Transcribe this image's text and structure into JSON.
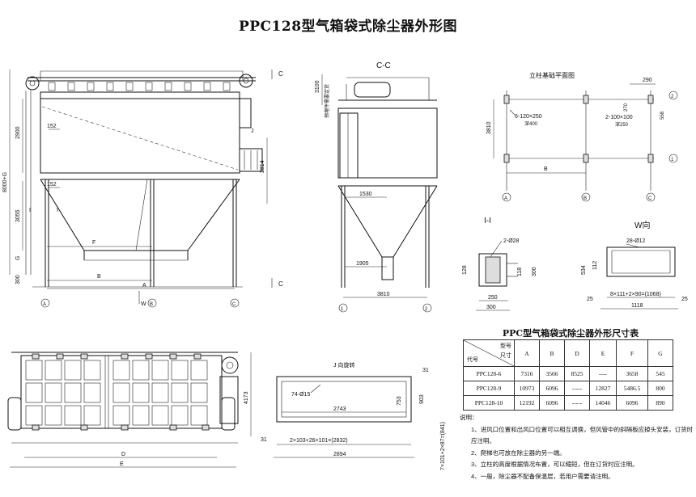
{
  "title": "PPC128型气箱袋式除尘器外形图",
  "views": {
    "cc": "C-C",
    "base_plan": "立柱基础平面图",
    "ii": "I-I",
    "w": "W向",
    "j": "J 向旋转"
  },
  "labels": {
    "c_top": "C",
    "c_bot": "C",
    "i_left": "I",
    "i_right": "I",
    "j_mark": "J",
    "w_arrow": "W",
    "axis_a": "A",
    "axis_b": "B",
    "axis_c": "C",
    "axis_1": "1",
    "axis_2": "2",
    "rot": "预埋件需要定货",
    "hole1": "6-120×250",
    "hole1b": "深400",
    "hole2": "2-100×100",
    "hole2b": "深250",
    "ii_holes": "2-Ø28",
    "w_holes": "28-Ø12",
    "j_holes": "74-Ø15"
  },
  "dims": {
    "d8000": "8000+G",
    "d2900": "2900",
    "d152a": "152",
    "d152b": "152",
    "d3055": "3055",
    "d300": "300",
    "dG": "G",
    "dF": "F",
    "dB": "B",
    "dA": "A",
    "d2814": "2814",
    "d3100": "3100",
    "d1530": "1530",
    "d1905": "1905",
    "d3810a": "3810",
    "d3810b": "3810",
    "d290": "290",
    "d270": "270",
    "d558": "558",
    "dBp": "B",
    "d128": "128",
    "d118": "118",
    "d300b": "300",
    "d250": "250",
    "d300c": "300",
    "d534": "534",
    "d112": "112",
    "dW": "8×111+2×90=(1068)",
    "d1118": "1118",
    "d25a": "25",
    "d25b": "25",
    "dD": "D",
    "dE": "E",
    "d4173": "4173",
    "d31a": "31",
    "d31b": "31",
    "d2743": "2743",
    "d753": "753",
    "d903": "903",
    "dJ": "2×103+26×101=(2832)",
    "d2894": "2894",
    "dJv": "7×101+2×87=(841)"
  },
  "table": {
    "title": "PPC型气箱袋式除尘器外形尺寸表",
    "corner_top": "型号",
    "corner_mid": "尺寸",
    "corner_bl": "代号",
    "columns": [
      "A",
      "B",
      "D",
      "E",
      "F",
      "G"
    ],
    "rows": [
      {
        "model": "PPC128-6",
        "values": [
          "7316",
          "3566",
          "8525",
          "----",
          "3658",
          "545"
        ]
      },
      {
        "model": "PPC128-9",
        "values": [
          "10973",
          "6096",
          "-----",
          "12827",
          "5486.5",
          "800"
        ]
      },
      {
        "model": "PPC128-10",
        "values": [
          "12192",
          "6096",
          "-----",
          "14046",
          "6096",
          "890"
        ]
      }
    ]
  },
  "notes": {
    "heading": "说明：",
    "items": [
      "1、进风口位置和出风口位置可以相互调换，但风管中的斜隔板应掉头安装，订货时应注明。",
      "2、爬梯也可放在除尘器的另一端。",
      "3、立柱的高度根据情况布置，可以缩短，但在订货时应注明。",
      "4、一般，除尘器不配备保温层，若用户需要请注明。"
    ]
  }
}
